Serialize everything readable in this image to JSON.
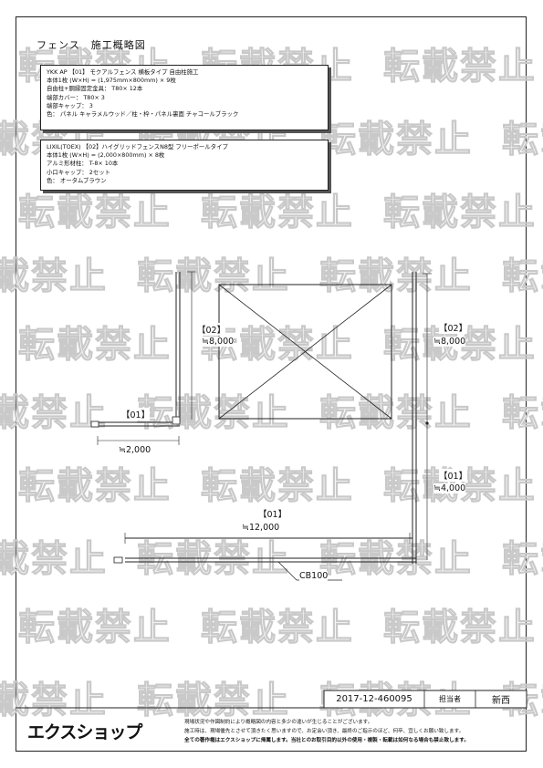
{
  "title": "フェンス　施工概略図",
  "spec1": {
    "lines": [
      "YKK AP 【01】 モクアルフェンス 横板タイプ 自由柱施工",
      "本体1枚 (W×H) =  (1,975mm×800mm) × 9枚",
      "自由柱+胴縁固定金具： T80× 12本",
      "端部カバー： T80× 3",
      "端部キャップ： 3",
      "色： パネル キャラメルウッド／柱・枠・パネル裏面 チャコールブラック"
    ]
  },
  "spec2": {
    "lines": [
      "LIXIL(TOEX) 【02】ハイグリッドフェンスN8型 フリーポールタイプ",
      "本体1枚 (W×H) =  (2,000×800mm) × 8枚",
      "アルミ形材柱： T-8× 10本",
      "小口キャップ： 2セット",
      "色： オータムブラウン"
    ]
  },
  "plan_labels": {
    "left_tag": "【02】",
    "left_len": "≒8,000",
    "small_tag": "【01】",
    "small_len": "≒2,000",
    "right_tag_top": "【02】",
    "right_len_top": "≒8,000",
    "right_tag_bottom": "【01】",
    "right_len_bottom": "≒4,000",
    "bottom_tag": "【01】",
    "bottom_len": "≒12,000",
    "cb": "CB100"
  },
  "watermark_text": "転載禁止",
  "title_block": {
    "doc_no": "2017-12-460095",
    "person_label": "担当者",
    "person_name": "新西"
  },
  "logo_text": "エクスショップ",
  "footer_notes": [
    "現場状況や作図制約により概略図の内容と多少の違いが生じることがございます。",
    "施工時は、現場優先とさせて頂きたく思いますので、お定会い頂き、最終のご指示のほど、何卒、宜しくお願い致します。",
    "全ての著作権はエクスショップに帰属します。当社とのお取引目的以外の使用・複製・転載は如何なる場合も禁止致します。"
  ]
}
